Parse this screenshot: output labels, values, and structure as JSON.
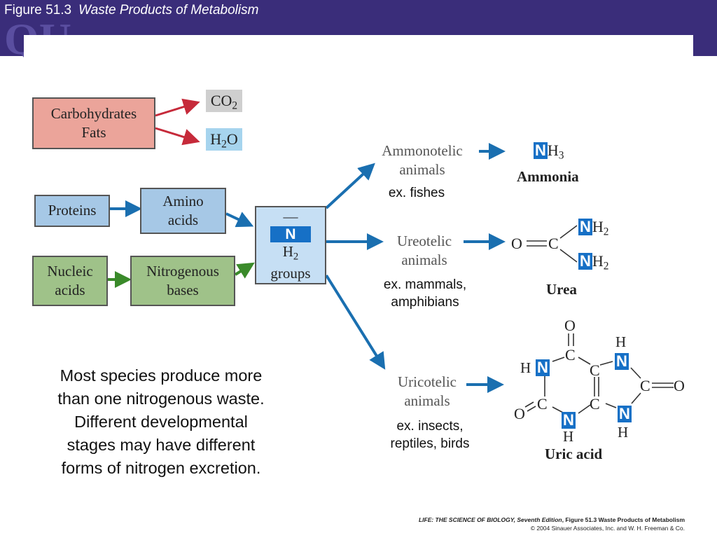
{
  "header": {
    "figure": "Figure 51.3",
    "title": "Waste Products of Metabolism",
    "watermark": "QU"
  },
  "inputs": {
    "carbohydrates": "Carbohydrates",
    "fats": "Fats",
    "proteins": "Proteins",
    "amino_line1": "Amino",
    "amino_line2": "acids",
    "nucleic_line1": "Nucleic",
    "nucleic_line2": "acids",
    "nitrogenous_line1": "Nitrogenous",
    "nitrogenous_line2": "bases",
    "co2": "CO",
    "co2_sub": "2",
    "h2o_h": "H",
    "h2o_sub": "2",
    "h2o_o": "O"
  },
  "nh2_groups": {
    "dash": "—",
    "n": "N",
    "h": "H",
    "sub": "2",
    "label": "groups"
  },
  "animals": {
    "ammonotelic_1": "Ammonotelic",
    "ammonotelic_2": "animals",
    "ammonotelic_ex": "ex. fishes",
    "ureotelic_1": "Ureotelic",
    "ureotelic_2": "animals",
    "ureotelic_ex_1": "ex. mammals,",
    "ureotelic_ex_2": "amphibians",
    "uricotelic_1": "Uricotelic",
    "uricotelic_2": "animals",
    "uricotelic_ex_1": "ex. insects,",
    "uricotelic_ex_2": "reptiles, birds"
  },
  "products": {
    "ammonia_n": "N",
    "ammonia_h": "H",
    "ammonia_sub": "3",
    "ammonia_name": "Ammonia",
    "urea_o": "O",
    "urea_c": "C",
    "urea_n1": "N",
    "urea_h1": "H",
    "urea_sub1": "2",
    "urea_n2": "N",
    "urea_h2": "H",
    "urea_sub2": "2",
    "urea_name": "Urea",
    "uric_name": "Uric acid",
    "uric_atoms": {
      "o_top": "O",
      "c_top": "C",
      "h_top_right": "H",
      "n_top_right": "N",
      "h_left": "H",
      "n_left": "N",
      "c_mid": "C",
      "c_right": "C",
      "o_right": "O",
      "o_left": "O",
      "c_left": "C",
      "c_mid_low": "C",
      "n_low_right": "N",
      "h_low_right": "H",
      "n_bottom": "N",
      "h_bottom": "H"
    }
  },
  "note": {
    "line1": "Most species produce more",
    "line2": "than one nitrogenous waste.",
    "line3": "Different developmental",
    "line4": "stages may have different",
    "line5": "forms of nitrogen excretion."
  },
  "credit": {
    "line1_a": "LIFE: THE SCIENCE OF BIOLOGY, Seventh Edition",
    "line1_b": ", Figure 51.3 Waste Products of Metabolism",
    "line2": "© 2004 Sinauer Associates, Inc. and W. H. Freeman & Co."
  },
  "colors": {
    "header": "#3a2d7a",
    "arrow_red": "#c62a3a",
    "arrow_blue": "#1a6fb0",
    "arrow_green": "#3a8a2a",
    "n_highlight": "#1670c6"
  }
}
